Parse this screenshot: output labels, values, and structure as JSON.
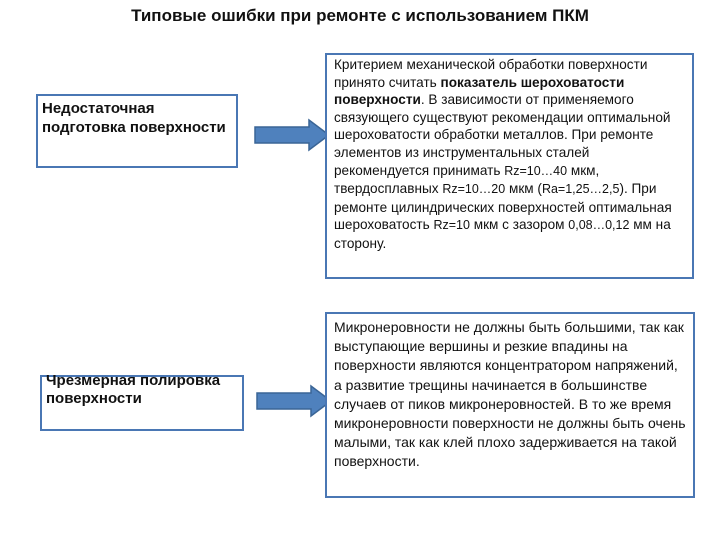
{
  "title": "Типовые ошибки при ремонте с использованием ПКМ",
  "colors": {
    "border": "#4a77b4",
    "arrow_fill": "#4f81bd",
    "arrow_stroke": "#3a6596"
  },
  "problems": [
    {
      "label": "Недостаточная подготовка поверхности",
      "description": {
        "part1": "Критерием механической обработки поверхности принято считать ",
        "bold": "показатель шероховатости поверхности",
        "part2": ". В зависимости от применяемого  связующего существуют рекомендации оптимальной шероховатости обработки металлов. При  ремонте  элементов из инструментальных сталей рекомендуется принимать ",
        "v1": "Rz=10…40",
        "part3": " мкм, твердосплавных ",
        "v2": "Rz=10…20",
        "part4": " мкм (",
        "v3": "Ra=1,25…2,5",
        "part5": "). При ремонте цилиндрических поверхностей оптимальная шероховатость ",
        "v4": "Rz=10",
        "part6": " мкм с зазором ",
        "v5": "0,08…0,12",
        "part7": " мм на сторону."
      }
    },
    {
      "label": "Чрезмерная полировка поверхности",
      "description": "Микронеровности не должны быть большими, так как выступающие вершины и резкие впадины на поверхности являются концентратором напряжений, а развитие трещины начинается в большинстве случаев от пиков микронеровностей. В то же время микронеровности поверхности не должны быть очень малыми, так как клей плохо задерживается на такой поверхности."
    }
  ]
}
